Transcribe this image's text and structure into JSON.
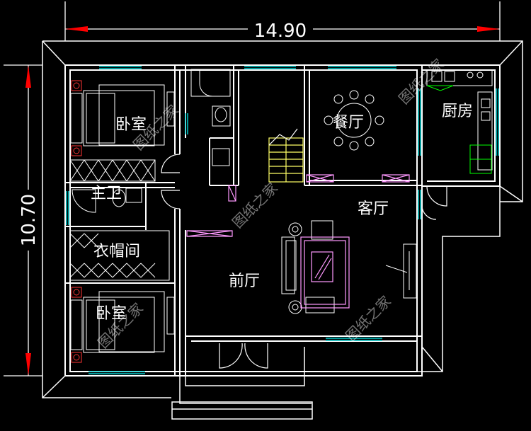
{
  "dimensions": {
    "width_label": "14.90",
    "height_label": "10.70"
  },
  "rooms": {
    "bedroom_upper": "卧室",
    "master_bath": "主卫",
    "wardrobe": "衣帽间",
    "bedroom_lower": "卧室",
    "dining": "餐厅",
    "kitchen": "厨房",
    "living": "客厅",
    "front_hall": "前厅"
  },
  "watermark": "图纸之家",
  "colors": {
    "background": "#000000",
    "wall": "#ffffff",
    "dimension_line": "#00ff00",
    "arrow": "#ff0000",
    "window": "#00cccc",
    "stair": "#ffff66",
    "furniture": "#ff99ff",
    "fixture": "#ff3333"
  }
}
